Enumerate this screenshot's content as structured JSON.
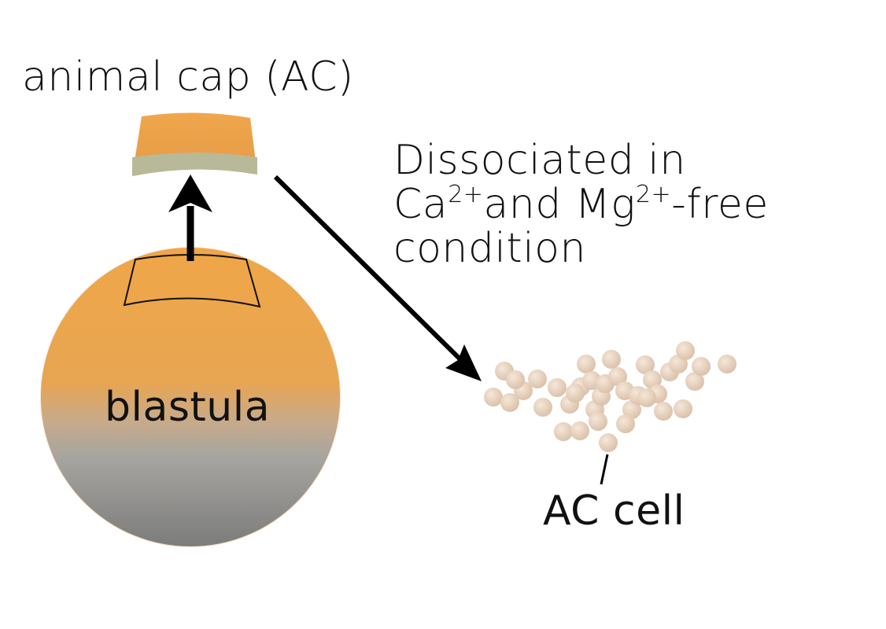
{
  "labels": {
    "animal_cap": "animal cap (AC)",
    "blastula": "blastula",
    "ac_cell": "AC cell",
    "condition_line1": "Dissociated in",
    "condition_ca": "Ca",
    "condition_ca_charge": "2+",
    "condition_and": "and Mg",
    "condition_mg_charge": "2+",
    "condition_free": "-free",
    "condition_line3": "condition"
  },
  "colors": {
    "animal_pole": "#e8a34e",
    "vegetal_pole": "#8f8f8f",
    "cap_inner": "#b8b998",
    "cell": "#e6cdb8",
    "arrow": "#000000"
  }
}
